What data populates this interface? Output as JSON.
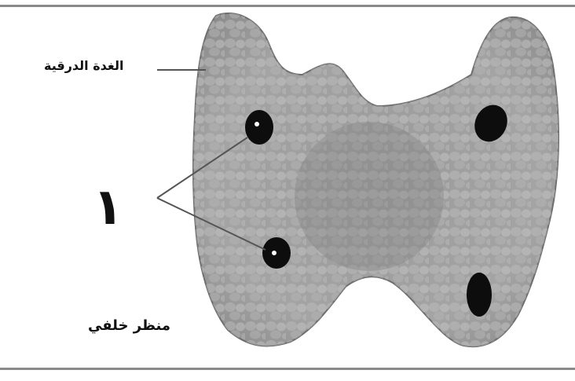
{
  "labels": {
    "gland": "الغدة الدرقية",
    "number": "١",
    "view": "منظر خلفي"
  },
  "colors": {
    "gland_fill": "#a2a2a2",
    "gland_dark": "#7e7e7e",
    "parathyroid": "#0d0d0d",
    "rule": "#8a8a8a"
  }
}
